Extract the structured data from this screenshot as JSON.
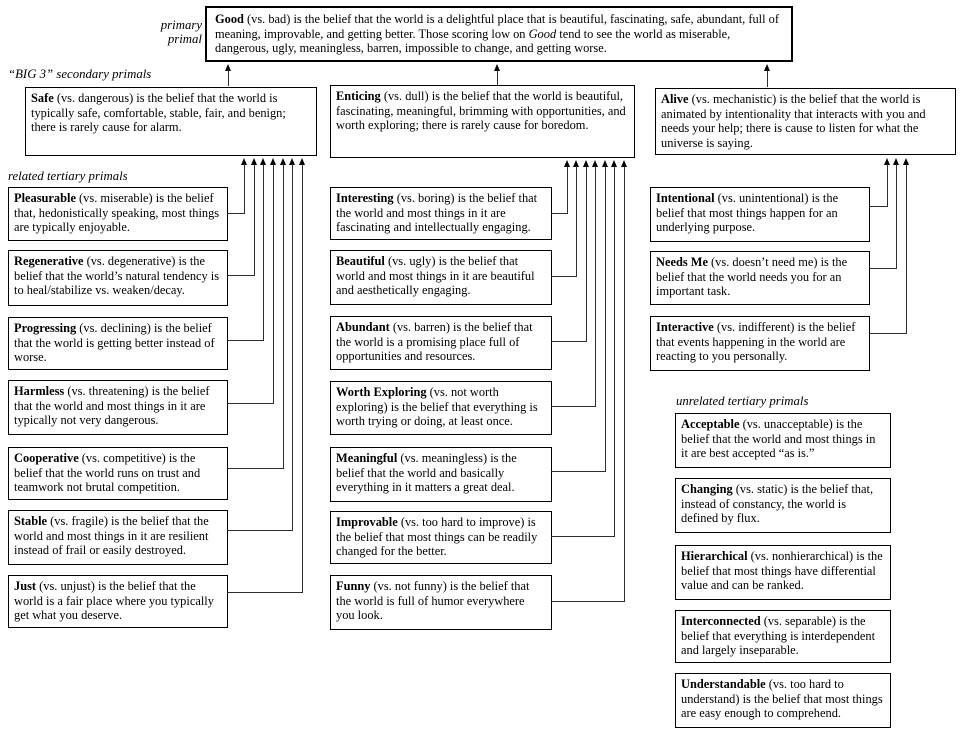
{
  "labels": {
    "primary_primal": "primary\nprimal",
    "secondary": "“BIG 3” secondary primals",
    "related": "related tertiary primals",
    "unrelated": "unrelated tertiary primals"
  },
  "colors": {
    "border": "#000000",
    "background": "#ffffff",
    "connector": "#2e2e2e"
  },
  "boxes": [
    {
      "id": "good",
      "level": "primary",
      "parent": null,
      "term": "Good",
      "body": [
        {
          "s": "b",
          "t": "Good"
        },
        {
          "s": "n",
          "t": " (vs. bad) is the belief that the world is a delightful place that is beautiful, fascinating, safe, abundant, full of meaning, improvable, and getting better. Those scoring low on "
        },
        {
          "s": "i",
          "t": "Good"
        },
        {
          "s": "n",
          "t": " tend to see the world as miserable, dangerous, ugly, meaningless, barren, impossible to change, and getting worse."
        }
      ]
    },
    {
      "id": "safe",
      "level": "secondary",
      "parent": "good",
      "term": "Safe",
      "body": [
        {
          "s": "b",
          "t": "Safe"
        },
        {
          "s": "n",
          "t": " (vs. dangerous) is the belief that the world is typically safe, comfortable, stable, fair, and benign; there is rarely cause for alarm."
        }
      ]
    },
    {
      "id": "enticing",
      "level": "secondary",
      "parent": "good",
      "term": "Enticing",
      "body": [
        {
          "s": "b",
          "t": "Enticing"
        },
        {
          "s": "n",
          "t": " (vs. dull) is the belief that the world is beautiful, fascinating, meaningful, brimming with opportunities, and worth exploring; there is rarely cause for boredom."
        }
      ]
    },
    {
      "id": "alive",
      "level": "secondary",
      "parent": "good",
      "term": "Alive",
      "body": [
        {
          "s": "b",
          "t": "Alive"
        },
        {
          "s": "n",
          "t": " (vs. mechanistic) is the belief that the world is animated by intentionality that interacts with you and needs your help; there is cause to listen for what the universe is saying."
        }
      ]
    },
    {
      "id": "pleasurable",
      "level": "tertiary",
      "parent": "safe",
      "term": "Pleasurable",
      "body": [
        {
          "s": "b",
          "t": "Pleasurable"
        },
        {
          "s": "n",
          "t": " (vs. miserable) is the belief that, hedonistically speaking, most things are typically enjoyable."
        }
      ]
    },
    {
      "id": "regenerative",
      "level": "tertiary",
      "parent": "safe",
      "term": "Regenerative",
      "body": [
        {
          "s": "b",
          "t": "Regenerative"
        },
        {
          "s": "n",
          "t": " (vs. degenerative) is the belief that the world’s natural tendency is to heal/stabilize vs. weaken/decay."
        }
      ]
    },
    {
      "id": "progressing",
      "level": "tertiary",
      "parent": "safe",
      "term": "Progressing",
      "body": [
        {
          "s": "b",
          "t": "Progressing"
        },
        {
          "s": "n",
          "t": " (vs. declining) is the belief that the world is getting better instead of worse."
        }
      ]
    },
    {
      "id": "harmless",
      "level": "tertiary",
      "parent": "safe",
      "term": "Harmless",
      "body": [
        {
          "s": "b",
          "t": "Harmless"
        },
        {
          "s": "n",
          "t": " (vs. threatening) is the belief that the world and most things in it are typically not very dangerous."
        }
      ]
    },
    {
      "id": "cooperative",
      "level": "tertiary",
      "parent": "safe",
      "term": "Cooperative",
      "body": [
        {
          "s": "b",
          "t": "Cooperative"
        },
        {
          "s": "n",
          "t": " (vs. competitive) is the belief that the world runs on trust and teamwork not brutal competition."
        }
      ]
    },
    {
      "id": "stable",
      "level": "tertiary",
      "parent": "safe",
      "term": "Stable",
      "body": [
        {
          "s": "b",
          "t": "Stable"
        },
        {
          "s": "n",
          "t": " (vs. fragile) is the belief that the world and most things in it are resilient instead of frail or easily destroyed."
        }
      ]
    },
    {
      "id": "just",
      "level": "tertiary",
      "parent": "safe",
      "term": "Just",
      "body": [
        {
          "s": "b",
          "t": "Just"
        },
        {
          "s": "n",
          "t": " (vs. unjust) is the belief that the world is a fair place where you typically get what you deserve."
        }
      ]
    },
    {
      "id": "interesting",
      "level": "tertiary",
      "parent": "enticing",
      "term": "Interesting",
      "body": [
        {
          "s": "b",
          "t": "Interesting"
        },
        {
          "s": "n",
          "t": " (vs. boring) is the belief that the world and most things in it are fascinating and intellectually engaging."
        }
      ]
    },
    {
      "id": "beautiful",
      "level": "tertiary",
      "parent": "enticing",
      "term": "Beautiful",
      "body": [
        {
          "s": "b",
          "t": "Beautiful"
        },
        {
          "s": "n",
          "t": " (vs. ugly) is the belief that world and most things in it are beautiful and aesthetically engaging."
        }
      ]
    },
    {
      "id": "abundant",
      "level": "tertiary",
      "parent": "enticing",
      "term": "Abundant",
      "body": [
        {
          "s": "b",
          "t": "Abundant"
        },
        {
          "s": "n",
          "t": " (vs. barren) is the belief that the world is a promising place full of opportunities and resources."
        }
      ]
    },
    {
      "id": "worth_exploring",
      "level": "tertiary",
      "parent": "enticing",
      "term": "Worth Exploring",
      "body": [
        {
          "s": "b",
          "t": "Worth Exploring"
        },
        {
          "s": "n",
          "t": " (vs. not worth exploring) is the belief that everything is worth trying or doing, at least once."
        }
      ]
    },
    {
      "id": "meaningful",
      "level": "tertiary",
      "parent": "enticing",
      "term": "Meaningful",
      "body": [
        {
          "s": "b",
          "t": "Meaningful"
        },
        {
          "s": "n",
          "t": " (vs. meaningless) is the belief that the world and basically everything in it matters a great deal."
        }
      ]
    },
    {
      "id": "improvable",
      "level": "tertiary",
      "parent": "enticing",
      "term": "Improvable",
      "body": [
        {
          "s": "b",
          "t": "Improvable"
        },
        {
          "s": "n",
          "t": " (vs. too hard to improve) is the belief that most things can be readily changed for the better."
        }
      ]
    },
    {
      "id": "funny",
      "level": "tertiary",
      "parent": "enticing",
      "term": "Funny",
      "body": [
        {
          "s": "b",
          "t": "Funny"
        },
        {
          "s": "n",
          "t": " (vs. not funny) is the belief that the world is full of humor everywhere you look."
        }
      ]
    },
    {
      "id": "intentional",
      "level": "tertiary",
      "parent": "alive",
      "term": "Intentional",
      "body": [
        {
          "s": "b",
          "t": "Intentional"
        },
        {
          "s": "n",
          "t": " (vs. unintentional) is the belief that most things happen for an underlying purpose."
        }
      ]
    },
    {
      "id": "needs_me",
      "level": "tertiary",
      "parent": "alive",
      "term": "Needs Me",
      "body": [
        {
          "s": "b",
          "t": "Needs Me"
        },
        {
          "s": "n",
          "t": " (vs. doesn’t need me) is the belief that the world needs you for an important task."
        }
      ]
    },
    {
      "id": "interactive",
      "level": "tertiary",
      "parent": "alive",
      "term": "Interactive",
      "body": [
        {
          "s": "b",
          "t": "Interactive"
        },
        {
          "s": "n",
          "t": " (vs. indifferent) is the belief that events happening in the world are reacting to you personally."
        }
      ]
    },
    {
      "id": "acceptable",
      "level": "tertiary",
      "parent": null,
      "term": "Acceptable",
      "body": [
        {
          "s": "b",
          "t": "Acceptable"
        },
        {
          "s": "n",
          "t": " (vs. unacceptable) is the belief that the world and most things in it are best accepted “as is.”"
        }
      ]
    },
    {
      "id": "changing",
      "level": "tertiary",
      "parent": null,
      "term": "Changing",
      "body": [
        {
          "s": "b",
          "t": "Changing"
        },
        {
          "s": "n",
          "t": " (vs. static) is the belief that, instead of constancy, the world is defined by flux."
        }
      ]
    },
    {
      "id": "hierarchical",
      "level": "tertiary",
      "parent": null,
      "term": "Hierarchical",
      "body": [
        {
          "s": "b",
          "t": "Hierarchical"
        },
        {
          "s": "n",
          "t": " (vs. nonhierarchical) is the belief that most things have differential value and can be ranked."
        }
      ]
    },
    {
      "id": "interconnected",
      "level": "tertiary",
      "parent": null,
      "term": "Interconnected",
      "body": [
        {
          "s": "b",
          "t": "Interconnected"
        },
        {
          "s": "n",
          "t": " (vs. separable) is the belief that everything is interdependent and largely inseparable."
        }
      ]
    },
    {
      "id": "understandable",
      "level": "tertiary",
      "parent": null,
      "term": "Understandable",
      "body": [
        {
          "s": "b",
          "t": "Understandable"
        },
        {
          "s": "n",
          "t": " (vs. too hard to understand) is the belief that most things are easy enough to comprehend."
        }
      ]
    }
  ]
}
